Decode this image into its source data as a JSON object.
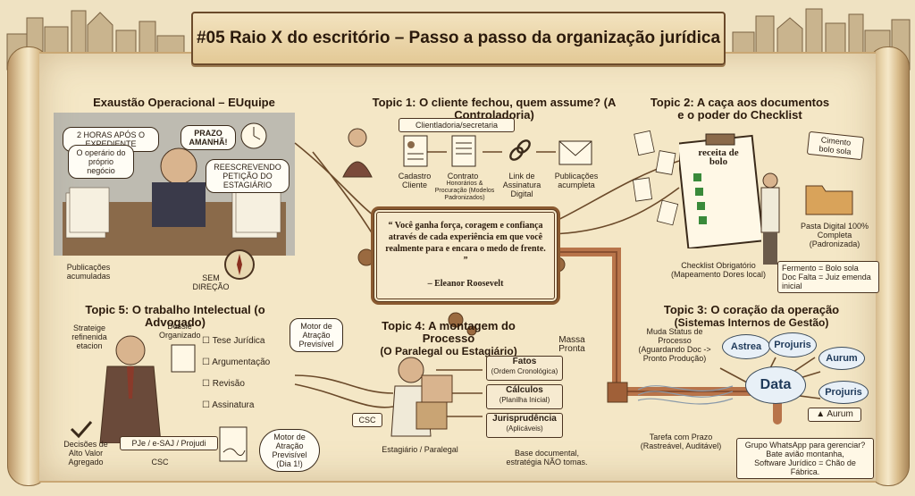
{
  "title": "#05 Raio X do escritório – Passo a passo da organização jurídica",
  "quote": {
    "text": "“ Você ganha força, coragem e confiança através de cada experiência em que você realmente para e encara o medo de frente. ”",
    "author": "– Eleanor Roosevelt"
  },
  "exaustao": {
    "heading": "Exaustão Operacional – EUquipe",
    "bubble_hours": "2 HORAS APÓS O EXPEDIENTE",
    "bubble_operario": "O operário do próprio negócio",
    "bubble_prazo": "PRAZO AMANHÃ!",
    "bubble_reescrevendo": "REESCREVENDO PETIÇÃO DO ESTAGIÁRIO",
    "publicacoes": "Publicações acumuladas",
    "sem_direcao": "SEM DIREÇÃO"
  },
  "topic1": {
    "heading": "Topic 1: O cliente fechou, quem assume? (A Controladoria)",
    "clientladoria": "Clientladoria/secretaria",
    "cadastro": "Cadastro Cliente",
    "contrato": "Contrato",
    "contrato_sub": "Honorários & Procuração (Modelos Padronizados)",
    "link": "Link de Assinatura Digital",
    "publicacoes": "Publicações acumpleta"
  },
  "topic2": {
    "heading_line1": "Topic 2: A caça aos documentos",
    "heading_line2": "e o poder do Checklist",
    "receita": "receita de bolo",
    "cake_card_1": "Cimento",
    "cake_card_2": "bolo sola",
    "pasta": "Pasta Digital 100% Completa (Padronizada)",
    "checklist": "Checklist Obrigatório (Mapeamento Dores local)",
    "fermento_1": "Fermento = Bolo sola",
    "fermento_2": "Doc Falta = Juiz emenda inicial"
  },
  "topic3": {
    "heading_line1": "Topic 3:  O coração da operação",
    "heading_line2": "(Sistemas Internos de Gestão)",
    "muda_status": "Muda Status de Processo (Aguardando Doc -> Pronto Produção)",
    "data": "Data",
    "nodes": [
      "Astrea",
      "Projuris",
      "Aurum",
      "Projuris"
    ],
    "aurum_logo": "Aurum",
    "tarefa": "Tarefa com Prazo (Rastreável, Auditável)",
    "grupo_1": "Grupo WhatsApp para gerenciar?",
    "grupo_2": "Bate avião montanha,",
    "grupo_3": "Software Jurídico = Chão de Fábrica."
  },
  "topic4": {
    "heading_line1": "Topic 4: A montagem do Processo",
    "heading_line2": "(O Paralegal ou Estagiário)",
    "massa": "Massa Pronta",
    "fatos": "Fatos",
    "fatos_sub": "(Ordem Cronológica)",
    "calculos": "Cálculos",
    "calculos_sub": "(Planilha Inicial)",
    "juris": "Jurisprudência",
    "juris_sub": "(Aplicáveis)",
    "csc": "CSC",
    "estagiario": "Estagiário / Paralegal",
    "base": "Base documental, estratégia NÃO tomas.",
    "motor": "Motor de Atração Previsível"
  },
  "topic5": {
    "heading": "Topic 5: O trabalho Intelectual (o Advogado)",
    "strateige": "Strateige refinenida etacion",
    "dossie": "Dossiê Organizado",
    "tese": "Tese Jurídica",
    "argumentacao": "Argumentação",
    "revisao": "Revisão",
    "assinatura": "Assinatura",
    "decisoes": "Decisões de Alto Valor Agregado",
    "pje": "PJe / e-SAJ / Projudi",
    "csc": "CSC",
    "motor": "Motor de Atração Previsível (Dia 1!)"
  },
  "colors": {
    "ink": "#2b1f14",
    "parchment": "#f4e7c6",
    "pipe": "#b8744a",
    "cloud": "#e8f0f7"
  }
}
